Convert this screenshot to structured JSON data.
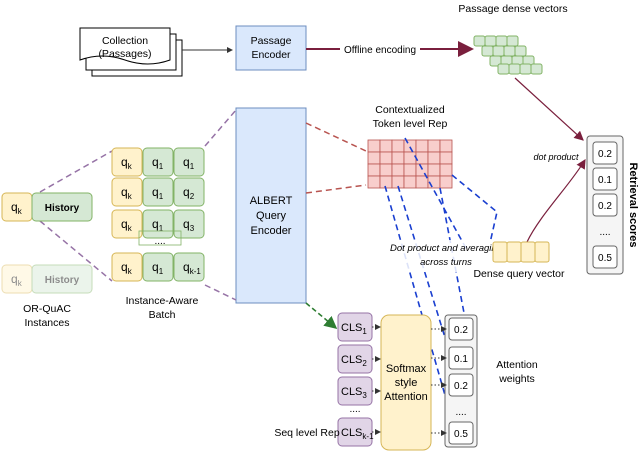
{
  "collection": {
    "line1": "Collection",
    "line2": "(Passages)"
  },
  "passage_encoder": {
    "line1": "Passage",
    "line2": "Encoder"
  },
  "offline_encoding": "Offline encoding",
  "passage_dense_vectors": "Passage dense vectors",
  "dot_product_1": "dot product",
  "retrieval_scores": {
    "label": "Retrieval  scores",
    "values": [
      "0.2",
      "0.1",
      "0.2",
      "....",
      "0.5"
    ]
  },
  "albert_encoder": {
    "line1": "ALBERT",
    "line2": "Query",
    "line3": "Encoder"
  },
  "contextualized": {
    "line1": "Contextualized",
    "line2": "Token level Rep"
  },
  "dot_product_avg": {
    "line1": "Dot product and averaging",
    "line2": "across turns"
  },
  "dense_query_vector": "Dense query vector",
  "instances": {
    "q": "q",
    "q_sub": "k",
    "history": "History",
    "line1": "OR-QuAC",
    "line2": "Instances"
  },
  "batch": {
    "label_line1": "Instance-Aware",
    "label_line2": "Batch",
    "rows": [
      {
        "a": "q",
        "a_sub": "k",
        "b": "q",
        "b_sub": "1",
        "c": "q",
        "c_sub": "1"
      },
      {
        "a": "q",
        "a_sub": "k",
        "b": "q",
        "b_sub": "1",
        "c": "q",
        "c_sub": "2"
      },
      {
        "a": "q",
        "a_sub": "k",
        "b": "q",
        "b_sub": "1",
        "c": "q",
        "c_sub": "3"
      },
      {
        "a": "q",
        "a_sub": "k",
        "b": "q",
        "b_sub": "1",
        "c": "q",
        "c_sub": "k-1"
      }
    ],
    "dots": "...."
  },
  "cls": {
    "items": [
      {
        "t": "CLS",
        "s": "1"
      },
      {
        "t": "CLS",
        "s": "2"
      },
      {
        "t": "CLS",
        "s": "3"
      },
      {
        "t": "CLS",
        "s": "k-1"
      }
    ],
    "dots": "....",
    "seq_label": "Seq level Rep"
  },
  "softmax": {
    "line1": "Softmax",
    "line2": "style",
    "line3": "Attention"
  },
  "attention": {
    "values": [
      "0.2",
      "0.1",
      "0.2",
      "....",
      "0.5"
    ],
    "line1": "Attention",
    "line2": "weights"
  },
  "colors": {
    "green_fill": "#d5e8d4",
    "green_stroke": "#82b366",
    "yellow_fill": "#fff2cc",
    "yellow_stroke": "#d6b656",
    "blue_fill": "#dae8fc",
    "blue_stroke": "#6c8ebf",
    "red_fill": "#f8cecc",
    "red_stroke": "#b85450",
    "purple_fill": "#e1d5e7",
    "purple_stroke": "#9673a6",
    "grey_fill": "#f5f5f5",
    "grey_stroke": "#666666",
    "maroon": "#7a1f3d",
    "dash_blue": "#1a3fd0"
  }
}
